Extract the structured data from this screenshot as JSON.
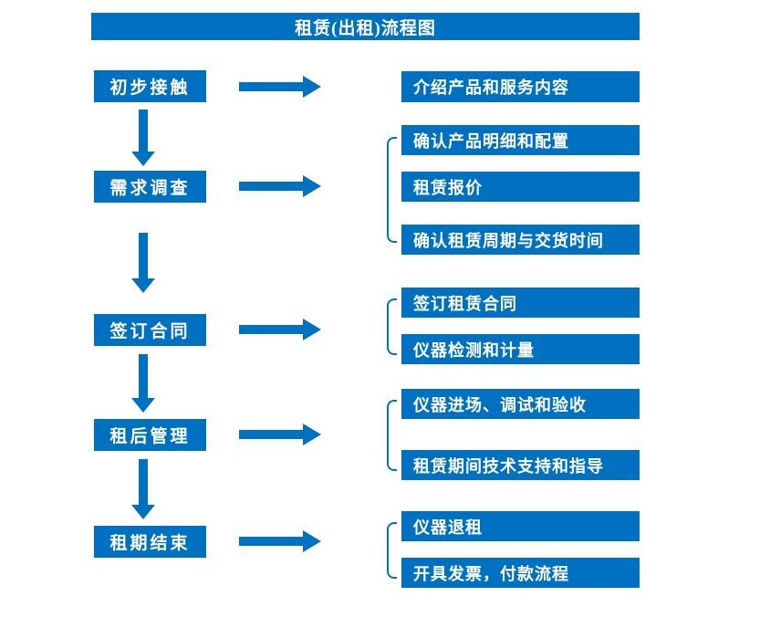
{
  "title": "租赁(出租)流程图",
  "colors": {
    "accent": "#0070C0",
    "background": "#FFFFFF",
    "box_text": "#FFFFFF"
  },
  "stages": [
    {
      "label": "初步接触",
      "items": [
        "介绍产品和服务内容"
      ]
    },
    {
      "label": "需求调查",
      "items": [
        "确认产品明细和配置",
        "租赁报价",
        "确认租赁周期与交货时间"
      ]
    },
    {
      "label": "签订合同",
      "items": [
        "签订租赁合同",
        "仪器检测和计量"
      ]
    },
    {
      "label": "租后管理",
      "items": [
        "仪器进场、调试和验收",
        "租赁期间技术支持和指导"
      ]
    },
    {
      "label": "租期结束",
      "items": [
        "仪器退租",
        "开具发票，付款流程"
      ]
    }
  ]
}
